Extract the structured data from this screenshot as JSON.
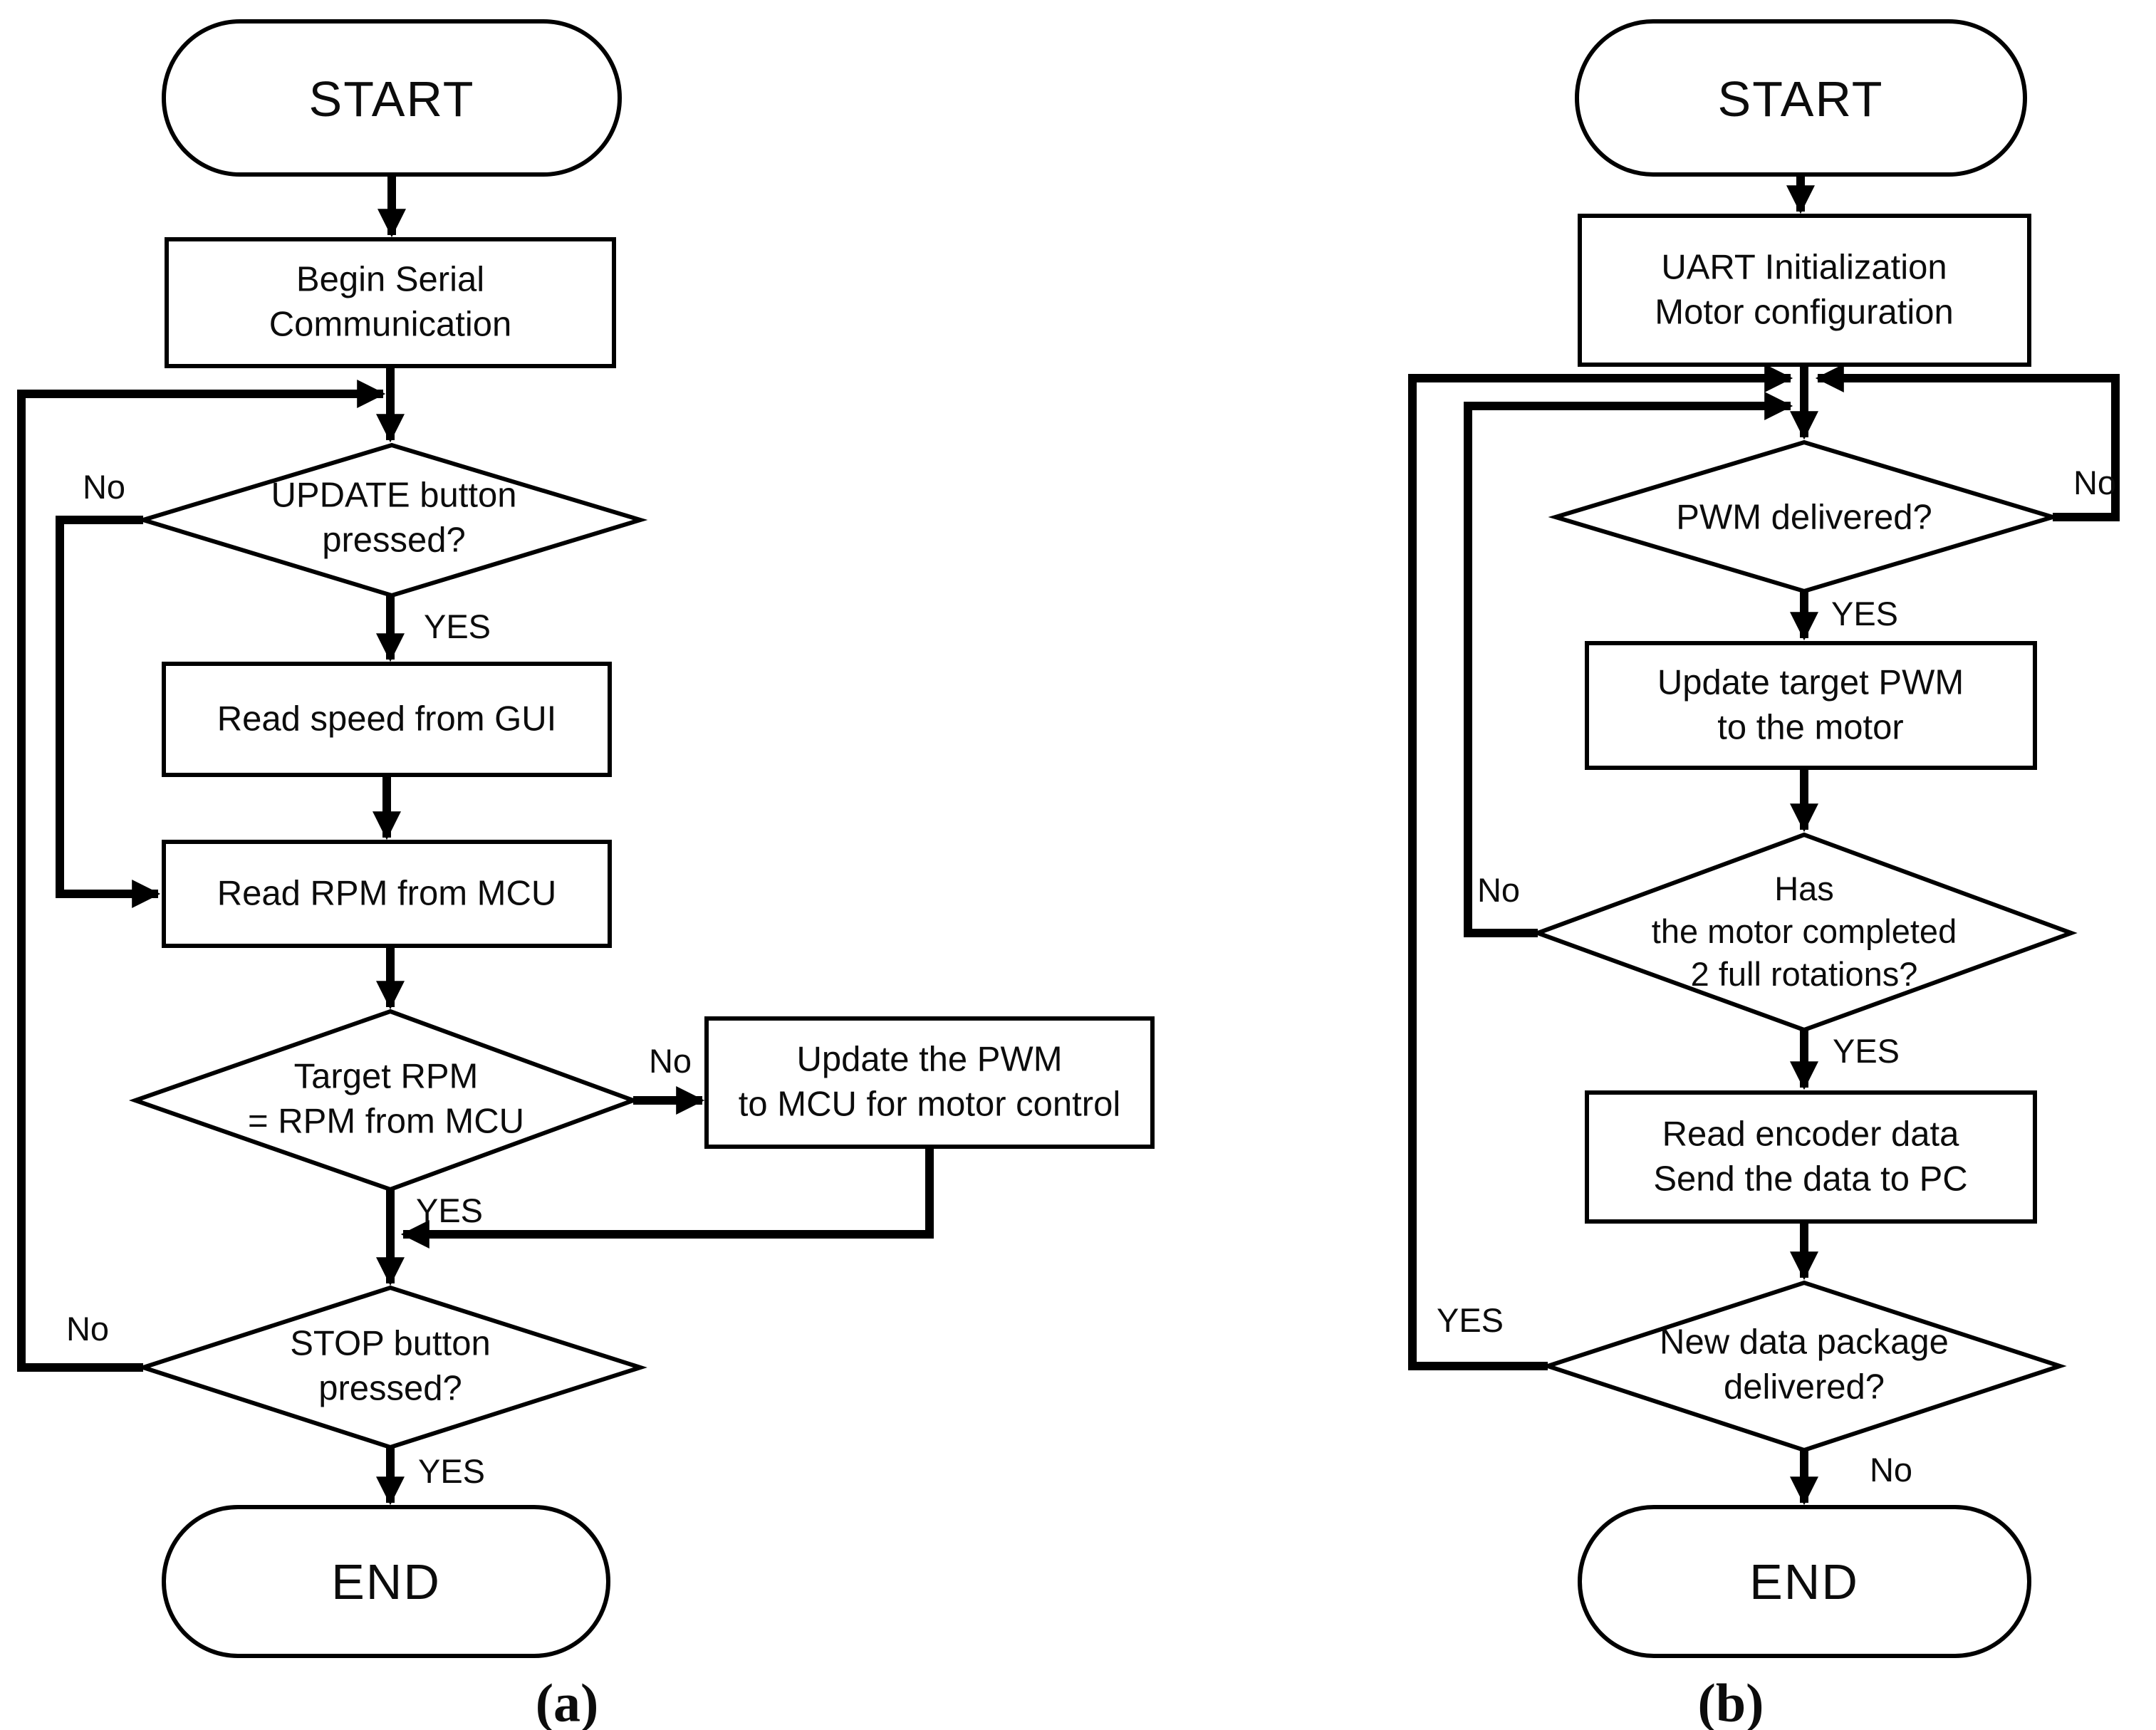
{
  "figure": {
    "background_color": "#ffffff",
    "line_color": "#000000",
    "text_color": "#0c0c0c"
  },
  "panel_a": {
    "caption": "(a)",
    "nodes": {
      "start": "START",
      "begin_serial": "Begin Serial\nCommunication",
      "update_button": "UPDATE button\npressed?",
      "read_speed": "Read speed from GUI",
      "read_rpm": "Read RPM from MCU",
      "target_rpm": "Target RPM\n= RPM from MCU",
      "update_pwm": "Update the PWM\nto MCU for motor control",
      "stop_button": "STOP button\npressed?",
      "end": "END"
    },
    "branch_labels": {
      "update_no": "No",
      "update_yes": "YES",
      "target_no": "No",
      "target_yes": "YES",
      "stop_no": "No",
      "stop_yes": "YES"
    }
  },
  "panel_b": {
    "caption": "(b)",
    "nodes": {
      "start": "START",
      "uart_init": "UART Initialization\nMotor configuration",
      "pwm_delivered": "PWM delivered?",
      "update_target_pwm": "Update target PWM\nto the motor",
      "rotations": "Has\nthe motor completed\n2 full rotations?",
      "read_encoder": "Read encoder data\nSend the data to PC",
      "new_data": "New data package\ndelivered?",
      "end": "END"
    },
    "branch_labels": {
      "pwm_no": "No",
      "pwm_yes": "YES",
      "rotations_no": "No",
      "rotations_yes": "YES",
      "new_data_yes": "YES",
      "new_data_no": "No"
    }
  }
}
